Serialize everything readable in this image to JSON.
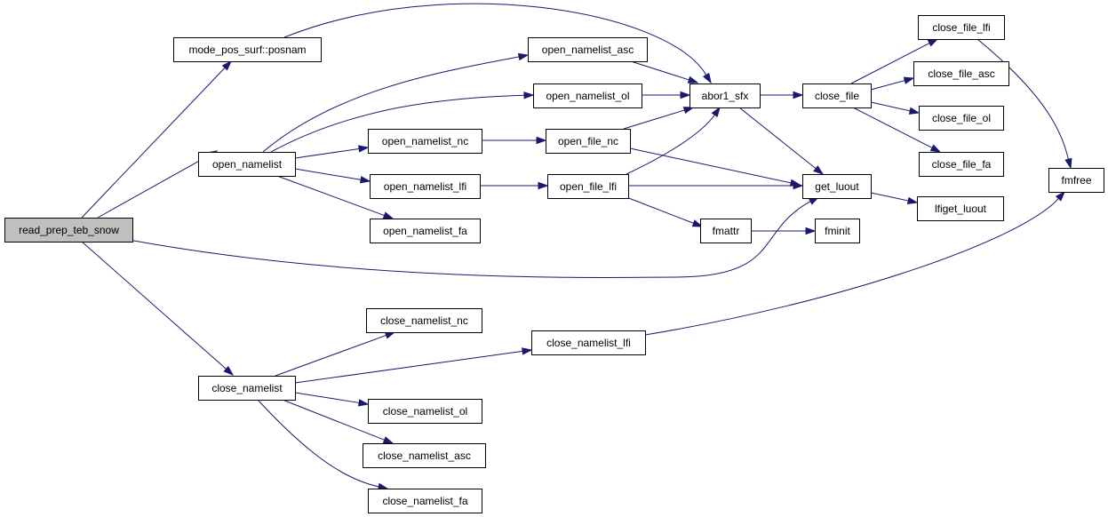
{
  "diagram": {
    "edge_color": "#191970",
    "root_fill": "#bfbfbf",
    "nodes": [
      {
        "id": "read_prep_teb_snow",
        "label": "read_prep_teb_snow",
        "root": true
      },
      {
        "id": "mode_pos_surf",
        "label": "mode_pos_surf::posnam"
      },
      {
        "id": "open_namelist",
        "label": "open_namelist"
      },
      {
        "id": "close_namelist",
        "label": "close_namelist"
      },
      {
        "id": "get_luout",
        "label": "get_luout"
      },
      {
        "id": "abor1_sfx",
        "label": "abor1_sfx"
      },
      {
        "id": "open_namelist_asc",
        "label": "open_namelist_asc"
      },
      {
        "id": "open_namelist_ol",
        "label": "open_namelist_ol"
      },
      {
        "id": "open_namelist_nc",
        "label": "open_namelist_nc"
      },
      {
        "id": "open_namelist_lfi",
        "label": "open_namelist_lfi"
      },
      {
        "id": "open_namelist_fa",
        "label": "open_namelist_fa"
      },
      {
        "id": "open_file_nc",
        "label": "open_file_nc"
      },
      {
        "id": "open_file_lfi",
        "label": "open_file_lfi"
      },
      {
        "id": "close_file",
        "label": "close_file"
      },
      {
        "id": "fmattr",
        "label": "fmattr"
      },
      {
        "id": "fminit",
        "label": "fminit"
      },
      {
        "id": "close_file_lfi",
        "label": "close_file_lfi"
      },
      {
        "id": "close_file_asc",
        "label": "close_file_asc"
      },
      {
        "id": "close_file_ol",
        "label": "close_file_ol"
      },
      {
        "id": "close_file_fa",
        "label": "close_file_fa"
      },
      {
        "id": "lfiget_luout",
        "label": "lfiget_luout"
      },
      {
        "id": "fmfree",
        "label": "fmfree"
      },
      {
        "id": "close_namelist_nc",
        "label": "close_namelist_nc"
      },
      {
        "id": "close_namelist_lfi",
        "label": "close_namelist_lfi"
      },
      {
        "id": "close_namelist_ol",
        "label": "close_namelist_ol"
      },
      {
        "id": "close_namelist_asc",
        "label": "close_namelist_asc"
      },
      {
        "id": "close_namelist_fa",
        "label": "close_namelist_fa"
      }
    ],
    "edges": [
      {
        "from": "read_prep_teb_snow",
        "to": "mode_pos_surf"
      },
      {
        "from": "read_prep_teb_snow",
        "to": "open_namelist"
      },
      {
        "from": "read_prep_teb_snow",
        "to": "get_luout"
      },
      {
        "from": "read_prep_teb_snow",
        "to": "close_namelist"
      },
      {
        "from": "mode_pos_surf",
        "to": "abor1_sfx"
      },
      {
        "from": "open_namelist",
        "to": "open_namelist_asc"
      },
      {
        "from": "open_namelist",
        "to": "open_namelist_ol"
      },
      {
        "from": "open_namelist",
        "to": "open_namelist_nc"
      },
      {
        "from": "open_namelist",
        "to": "open_namelist_lfi"
      },
      {
        "from": "open_namelist",
        "to": "open_namelist_fa"
      },
      {
        "from": "open_namelist_asc",
        "to": "abor1_sfx"
      },
      {
        "from": "open_namelist_ol",
        "to": "abor1_sfx"
      },
      {
        "from": "open_namelist_nc",
        "to": "open_file_nc"
      },
      {
        "from": "open_namelist_lfi",
        "to": "open_file_lfi"
      },
      {
        "from": "open_file_nc",
        "to": "abor1_sfx"
      },
      {
        "from": "open_file_nc",
        "to": "get_luout"
      },
      {
        "from": "open_file_lfi",
        "to": "abor1_sfx"
      },
      {
        "from": "open_file_lfi",
        "to": "get_luout"
      },
      {
        "from": "open_file_lfi",
        "to": "fmattr"
      },
      {
        "from": "abor1_sfx",
        "to": "close_file"
      },
      {
        "from": "abor1_sfx",
        "to": "get_luout"
      },
      {
        "from": "close_file",
        "to": "close_file_lfi"
      },
      {
        "from": "close_file",
        "to": "close_file_asc"
      },
      {
        "from": "close_file",
        "to": "close_file_ol"
      },
      {
        "from": "close_file",
        "to": "close_file_fa"
      },
      {
        "from": "close_file_lfi",
        "to": "fmfree"
      },
      {
        "from": "get_luout",
        "to": "lfiget_luout"
      },
      {
        "from": "fmattr",
        "to": "fminit"
      },
      {
        "from": "close_namelist",
        "to": "close_namelist_nc"
      },
      {
        "from": "close_namelist",
        "to": "close_namelist_lfi"
      },
      {
        "from": "close_namelist",
        "to": "close_namelist_ol"
      },
      {
        "from": "close_namelist",
        "to": "close_namelist_asc"
      },
      {
        "from": "close_namelist",
        "to": "close_namelist_fa"
      },
      {
        "from": "close_namelist_lfi",
        "to": "fmfree"
      }
    ]
  }
}
